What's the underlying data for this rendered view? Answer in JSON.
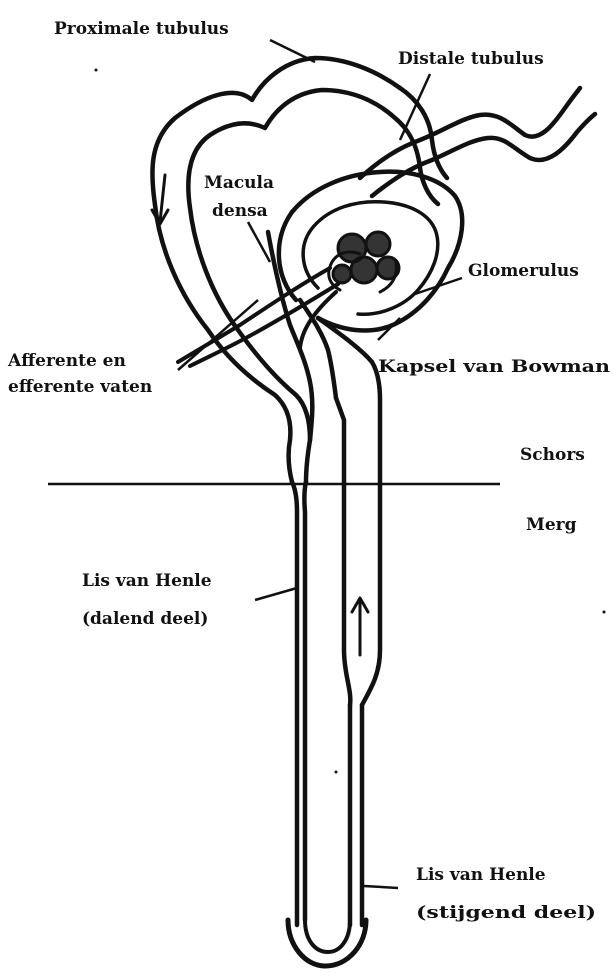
{
  "labels": {
    "proximale_tubulus": "Proximale tubulus",
    "distale_tubulus": "Distale tubulus",
    "macula_densa_1": "Macula",
    "macula_densa_2": "densa",
    "glomerulus": "Glomerulus",
    "kapsel_van_bowman": "Kapsel van Bowman",
    "afferente_1": "Afferente en",
    "afferente_2": "efferente vaten",
    "schors": "Schors",
    "merg": "Merg",
    "lis_dalend_1": "Lis van Henle",
    "lis_dalend_2": "(dalend deel)",
    "lis_stijgend_1": "Lis van Henle",
    "lis_stijgend_2": "(stijgend deel)"
  }
}
